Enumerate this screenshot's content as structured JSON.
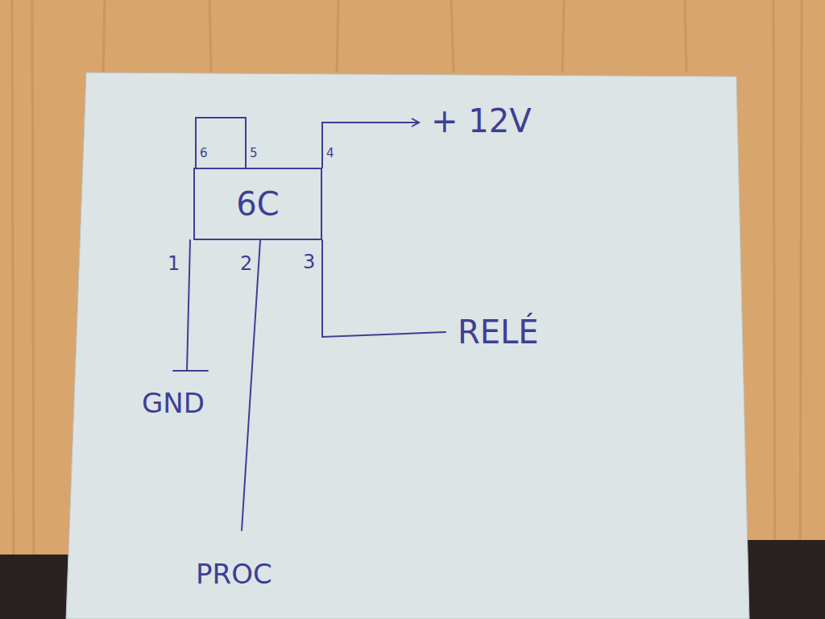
{
  "diagram": {
    "nodes": [
      {
        "text": [
          "6C"
        ]
      }
    ],
    "labels": [
      "6",
      "5",
      "4",
      "+ 12V",
      "1",
      "2",
      "3",
      "RELÉ",
      "GND",
      "PROC"
    ]
  }
}
